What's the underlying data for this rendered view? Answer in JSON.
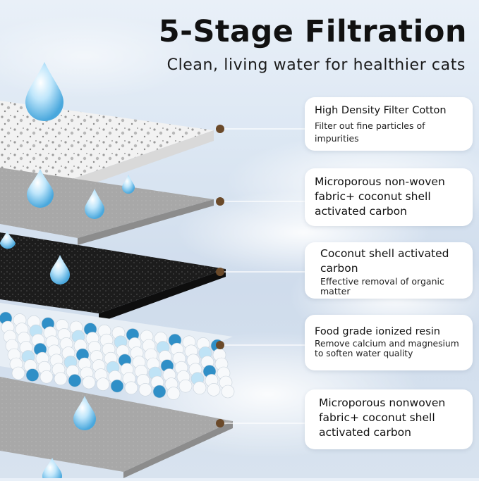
{
  "header": {
    "title": "5-Stage Filtration",
    "subtitle": "Clean, living water for healthier cats"
  },
  "stages": [
    {
      "name": "High Density Filter Cotton",
      "description": "Filter out fine particles of impurities"
    },
    {
      "name": "Microporous non-woven fabric+ coconut shell activated carbon",
      "description": ""
    },
    {
      "name": "Coconut shell activated carbon",
      "description": "Effective removal of organic matter"
    },
    {
      "name": "Food grade ionized resin",
      "description": "Remove calcium and magnesium to soften water quality"
    },
    {
      "name": "Microporous nonwoven fabric+ coconut shell activated carbon",
      "description": ""
    }
  ],
  "colors": {
    "connector_dot": "#6b4a2a",
    "carbon_layer": "#1b1b1b",
    "fabric_layer": "#9a9a9a",
    "resin_blue": "#2f8fc7",
    "water_drop": "#9fd4f2"
  }
}
